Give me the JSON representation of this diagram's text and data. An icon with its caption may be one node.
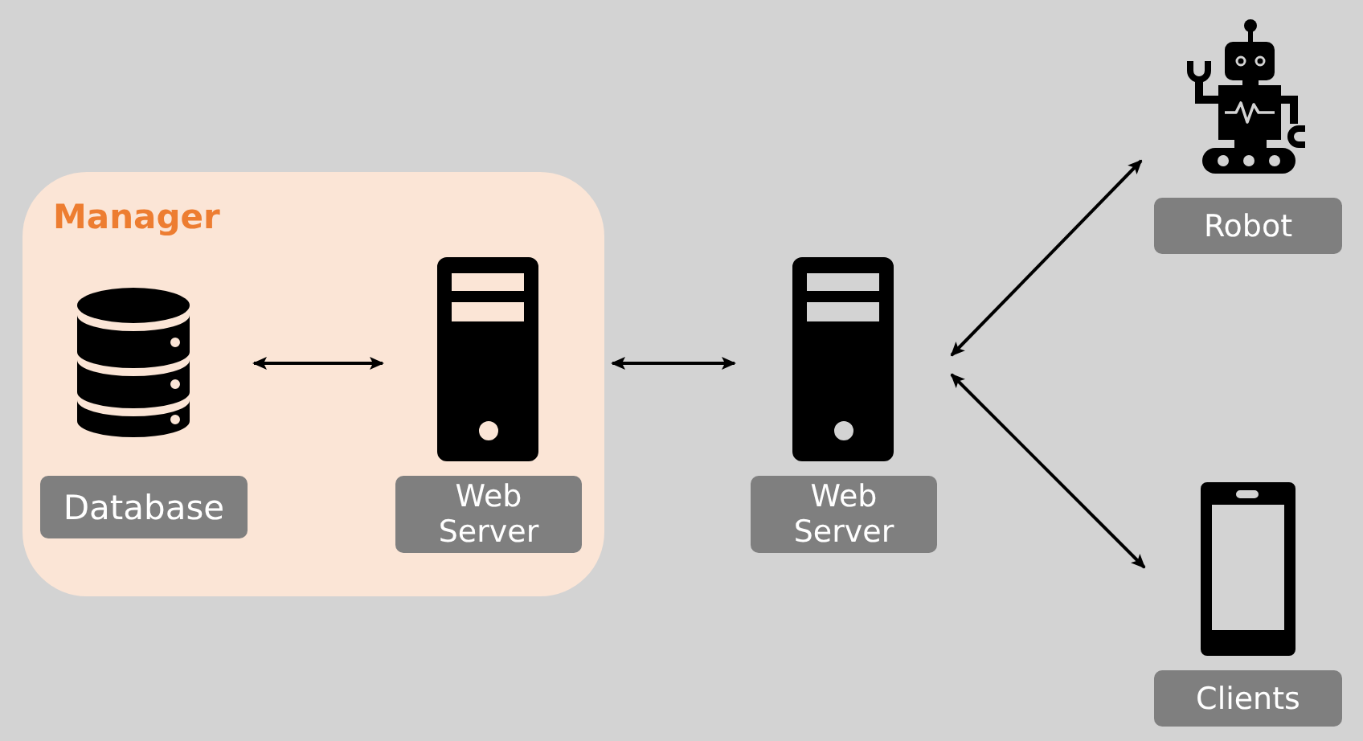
{
  "diagram": {
    "nodes": [
      {
        "text": [
          "Manager"
        ]
      },
      {
        "text": [
          "Database"
        ],
        "in": 0
      },
      {
        "text": [
          "Web Server"
        ],
        "in": 0
      },
      {
        "text": [
          "Web Server"
        ]
      },
      {
        "text": [
          "Robot"
        ]
      },
      {
        "text": [
          "Clients"
        ]
      }
    ],
    "edges": [
      {
        "from": 1,
        "to": 2,
        "arrow": "both"
      },
      {
        "from": 0,
        "to": 3,
        "arrow": "both"
      },
      {
        "from": 3,
        "to": 4,
        "arrow": "both"
      },
      {
        "from": 3,
        "to": 5,
        "arrow": "both"
      }
    ]
  }
}
